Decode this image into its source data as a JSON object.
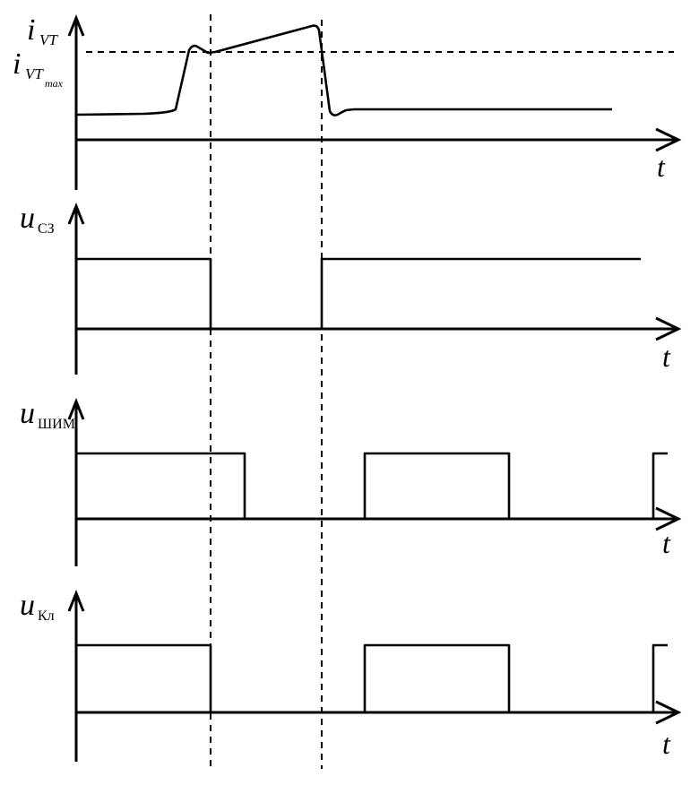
{
  "panels": [
    {
      "id": "i_vt",
      "label_main": "i",
      "label_sub": "VT",
      "t_label": "t"
    },
    {
      "id": "u_sz",
      "label_main": "u",
      "label_sub": "СЗ",
      "t_label": "t"
    },
    {
      "id": "u_shim",
      "label_main": "u",
      "label_sub": "ШИМ",
      "t_label": "t"
    },
    {
      "id": "u_kl",
      "label_main": "u",
      "label_sub": "Кл",
      "t_label": "t"
    }
  ],
  "threshold": {
    "label_main": "i",
    "label_sub": "VT",
    "label_subsub": "max"
  }
}
